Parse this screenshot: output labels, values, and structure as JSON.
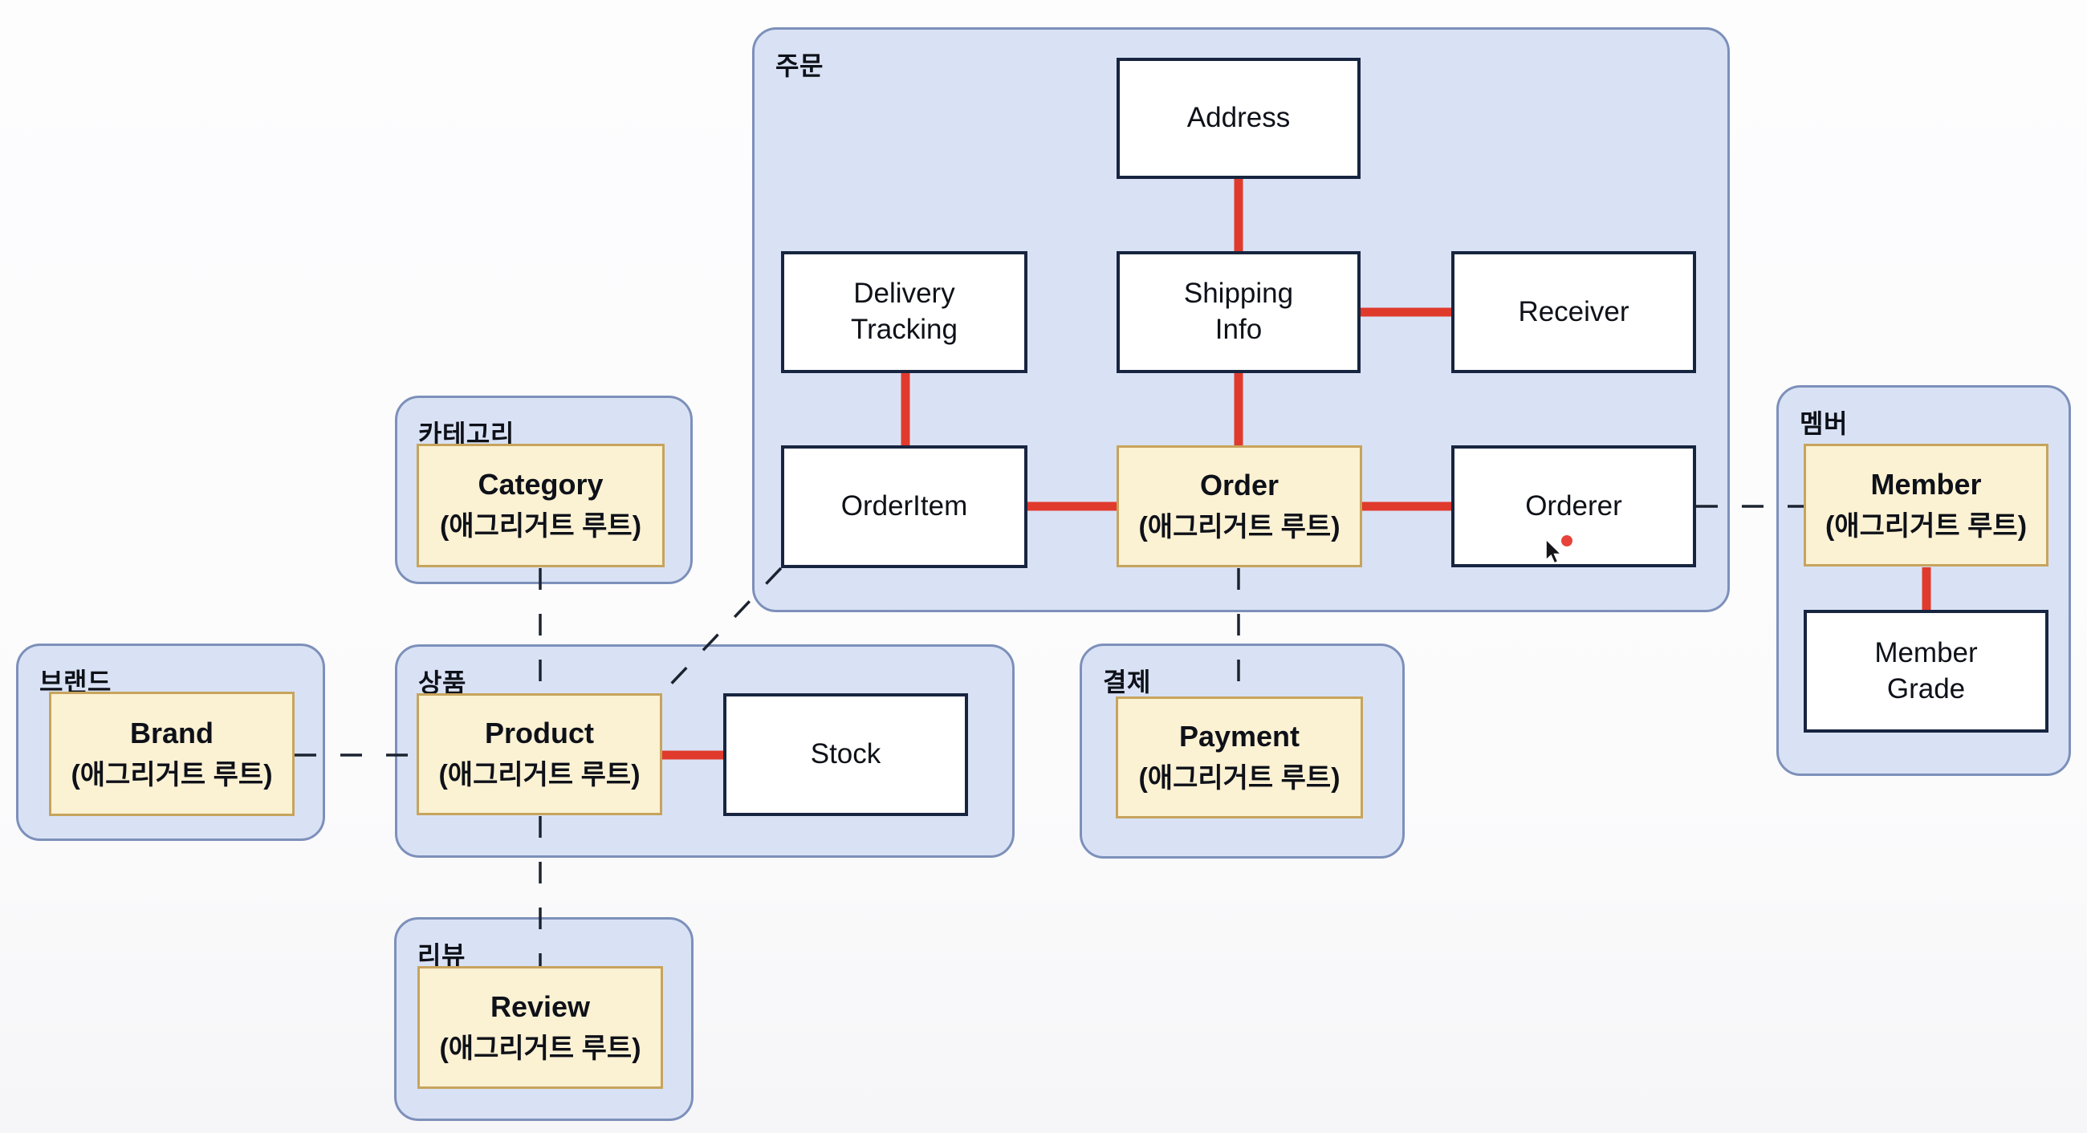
{
  "diagram": {
    "title_context": "DDD aggregate diagram",
    "containers": [
      {
        "id": "order-context",
        "label": "주문"
      },
      {
        "id": "category-context",
        "label": "카테고리"
      },
      {
        "id": "brand-context",
        "label": "브랜드"
      },
      {
        "id": "product-context",
        "label": "상품"
      },
      {
        "id": "payment-context",
        "label": "결제"
      },
      {
        "id": "review-context",
        "label": "리뷰"
      },
      {
        "id": "member-context",
        "label": "멤버"
      }
    ],
    "entity_boxes": [
      {
        "id": "address",
        "title": "Address"
      },
      {
        "id": "delivery-tracking",
        "title": "Delivery\nTracking"
      },
      {
        "id": "shipping-info",
        "title": "Shipping\nInfo"
      },
      {
        "id": "receiver",
        "title": "Receiver"
      },
      {
        "id": "order-item",
        "title": "OrderItem"
      },
      {
        "id": "orderer",
        "title": "Orderer"
      },
      {
        "id": "stock",
        "title": "Stock"
      },
      {
        "id": "member-grade",
        "title": "Member\nGrade"
      }
    ],
    "aggregate_roots": [
      {
        "id": "order",
        "title": "Order",
        "subtitle": "(애그리거트 루트)"
      },
      {
        "id": "category",
        "title": "Category",
        "subtitle": "(애그리거트 루트)"
      },
      {
        "id": "brand",
        "title": "Brand",
        "subtitle": "(애그리거트 루트)"
      },
      {
        "id": "product",
        "title": "Product",
        "subtitle": "(애그리거트 루트)"
      },
      {
        "id": "payment",
        "title": "Payment",
        "subtitle": "(애그리거트 루트)"
      },
      {
        "id": "review",
        "title": "Review",
        "subtitle": "(애그리거트 루트)"
      },
      {
        "id": "member",
        "title": "Member",
        "subtitle": "(애그리거트 루트)"
      }
    ],
    "colors": {
      "container_fill": "#d9e2f5",
      "container_border": "#7d90ba",
      "entity_fill": "#ffffff",
      "entity_border": "#182540",
      "aggregate_fill": "#fbf1d3",
      "aggregate_border": "#c7a45c",
      "relation_solid": "#e03a2d",
      "relation_dashed": "#1c2330",
      "background": "#fcfcfd",
      "annotation_dot": "#e8433a"
    }
  }
}
